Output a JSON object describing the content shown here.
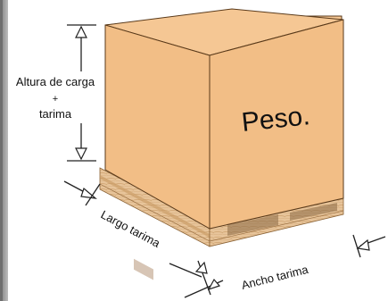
{
  "diagram": {
    "height_label_line1": "Altura de carga",
    "height_label_line2": "+",
    "height_label_line3": "tarima",
    "weight_label": "Peso.",
    "length_label": "Largo tarima",
    "width_label": "Ancho tarima"
  },
  "colors": {
    "box_front": "#f2be86",
    "box_side": "#f2be86",
    "box_top": "#f5c794",
    "box_outline": "#5a3a1a",
    "pallet_wood": "#e7c49a",
    "background_texture": "#8c8c8c"
  }
}
